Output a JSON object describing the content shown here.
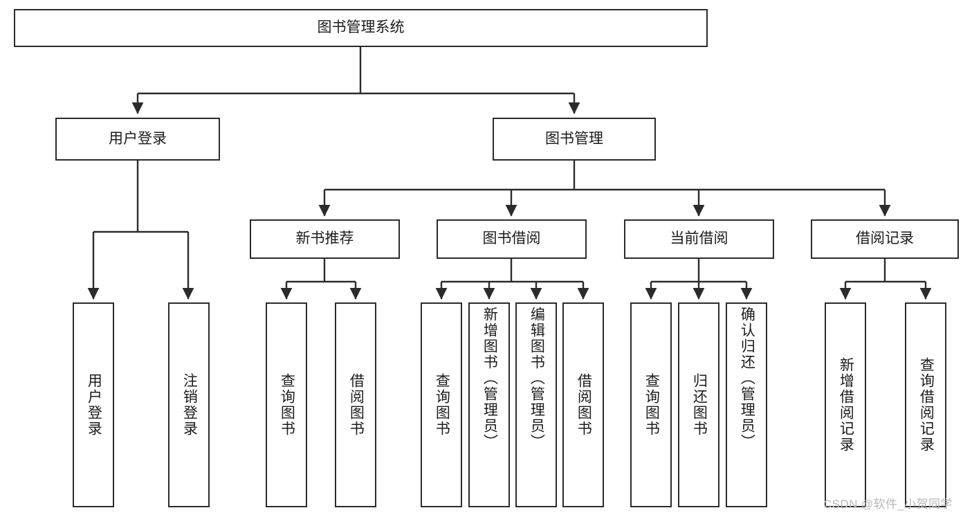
{
  "diagram": {
    "type": "tree-hierarchy",
    "title": "图书管理系统",
    "orientation": "top-down",
    "colors": {
      "node_border": "#2b2b2b",
      "node_fill": "#ffffff",
      "edge": "#2b2b2b",
      "text": "#1b1b1b",
      "watermark": "#b9b9b9"
    },
    "root": {
      "id": "root",
      "label": "图书管理系统",
      "text_orientation": "horizontal"
    },
    "level2": [
      {
        "id": "user-login",
        "label": "用户登录",
        "text_orientation": "horizontal"
      },
      {
        "id": "book-manage",
        "label": "图书管理",
        "text_orientation": "horizontal"
      }
    ],
    "level3": [
      {
        "id": "new-book-recommend",
        "label": "新书推荐",
        "text_orientation": "horizontal",
        "parent": "book-manage"
      },
      {
        "id": "book-borrow",
        "label": "图书借阅",
        "text_orientation": "horizontal",
        "parent": "book-manage"
      },
      {
        "id": "current-borrow",
        "label": "当前借阅",
        "text_orientation": "horizontal",
        "parent": "book-manage"
      },
      {
        "id": "borrow-record",
        "label": "借阅记录",
        "text_orientation": "horizontal",
        "parent": "book-manage"
      }
    ],
    "leaves": [
      {
        "id": "leaf-user-login",
        "label": "用户登录",
        "parent": "user-login",
        "text_orientation": "vertical"
      },
      {
        "id": "leaf-logout",
        "label": "注销登录",
        "parent": "user-login",
        "text_orientation": "vertical"
      },
      {
        "id": "leaf-query-book-1",
        "label": "查询图书",
        "parent": "new-book-recommend",
        "text_orientation": "vertical"
      },
      {
        "id": "leaf-borrow-book-1",
        "label": "借阅图书",
        "parent": "new-book-recommend",
        "text_orientation": "vertical"
      },
      {
        "id": "leaf-query-book-2",
        "label": "查询图书",
        "parent": "book-borrow",
        "text_orientation": "vertical"
      },
      {
        "id": "leaf-add-book",
        "label": "新增图书（管理员）",
        "parent": "book-borrow",
        "text_orientation": "vertical"
      },
      {
        "id": "leaf-edit-book",
        "label": "编辑图书（管理员）",
        "parent": "book-borrow",
        "text_orientation": "vertical"
      },
      {
        "id": "leaf-borrow-book-2",
        "label": "借阅图书",
        "parent": "book-borrow",
        "text_orientation": "vertical"
      },
      {
        "id": "leaf-query-book-3",
        "label": "查询图书",
        "parent": "current-borrow",
        "text_orientation": "vertical"
      },
      {
        "id": "leaf-return-book",
        "label": "归还图书",
        "parent": "current-borrow",
        "text_orientation": "vertical"
      },
      {
        "id": "leaf-confirm-return",
        "label": "确认归还（管理员）",
        "parent": "current-borrow",
        "text_orientation": "vertical"
      },
      {
        "id": "leaf-add-record",
        "label": "新增借阅记录",
        "parent": "borrow-record",
        "text_orientation": "vertical"
      },
      {
        "id": "leaf-query-record",
        "label": "查询借阅记录",
        "parent": "borrow-record",
        "text_orientation": "vertical"
      }
    ]
  },
  "watermark": {
    "text": "CSDN @软件_小贺同学"
  }
}
